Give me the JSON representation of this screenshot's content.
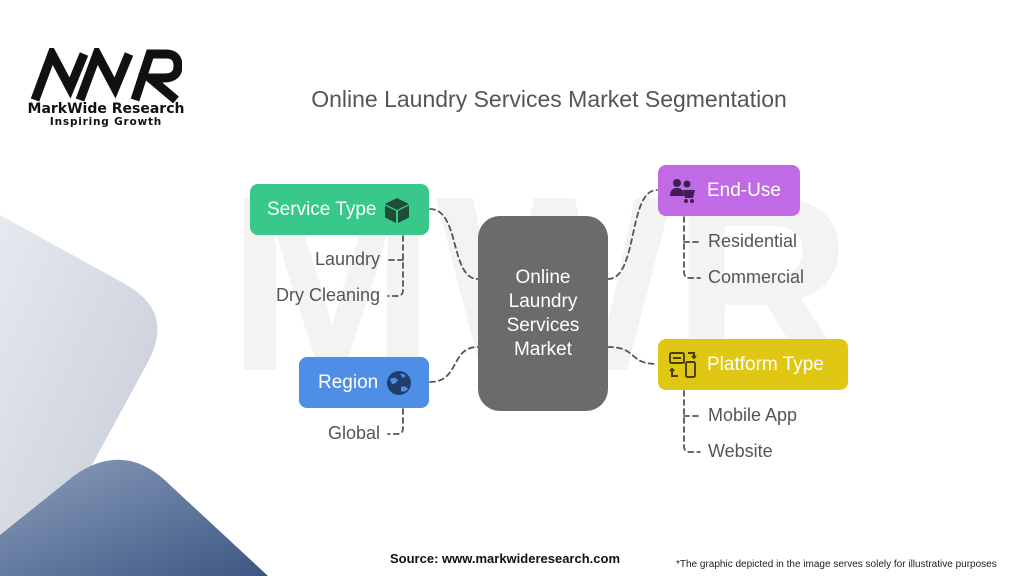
{
  "brand": {
    "logo_letters": "MWR",
    "name": "MarkWide Research",
    "tagline": "Inspiring Growth"
  },
  "diagram": {
    "title": "Online Laundry Services Market Segmentation",
    "center": "Online Laundry Services Market",
    "segments": {
      "service_type": {
        "label": "Service Type",
        "icon": "box-icon",
        "color": "#38c98a",
        "items": [
          "Laundry",
          "Dry Cleaning"
        ]
      },
      "region": {
        "label": "Region",
        "icon": "globe-icon",
        "color": "#4f8ee6",
        "items": [
          "Global"
        ]
      },
      "end_use": {
        "label": "End-Use",
        "icon": "users-cart-icon",
        "color": "#c06ae6",
        "items": [
          "Residential",
          "Commercial"
        ]
      },
      "platform_type": {
        "label": "Platform Type",
        "icon": "devices-icon",
        "color": "#e0c714",
        "items": [
          "Mobile App",
          "Website"
        ]
      }
    },
    "center_color": "#6b6b6b",
    "connector_color": "#555555"
  },
  "footer": {
    "source": "Source: www.markwideresearch.com",
    "disclaimer": "*The graphic depicted in the image serves solely for illustrative purposes"
  }
}
